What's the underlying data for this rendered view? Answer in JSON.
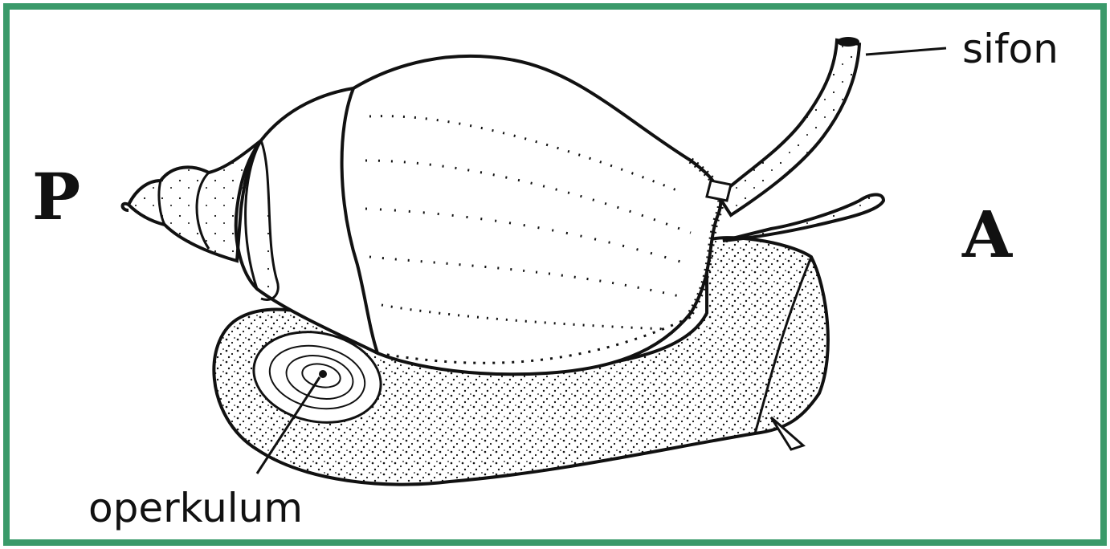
{
  "labels": {
    "sifon": "sifon",
    "operkulum": "operkulum",
    "posterior": "P",
    "anterior": "A"
  },
  "colors": {
    "border": "#3a9a6a",
    "ink": "#111111",
    "background": "#ffffff"
  }
}
